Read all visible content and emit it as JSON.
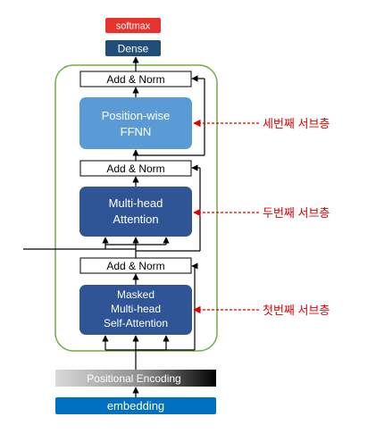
{
  "diagram": {
    "softmax_label": "softmax",
    "dense_label": "Dense",
    "add_norm_label": "Add & Norm",
    "ffnn_line1": "Position-wise",
    "ffnn_line2": "FFNN",
    "mha_line1": "Multi-head",
    "mha_line2": "Attention",
    "masked_line1": "Masked",
    "masked_line2": "Multi-head",
    "masked_line3": "Self-Attention",
    "positional_label": "Positional Encoding",
    "embedding_label": "embedding",
    "annotations": {
      "third": "세번째 서브층",
      "second": "두번째 서브층",
      "first": "첫번째 서브층"
    },
    "colors": {
      "softmax": "#e8332d",
      "dense": "#1f4e79",
      "ffnn": "#5b9bd5",
      "attention": "#2f5597",
      "embedding": "#0070c0",
      "outline": "#70ad47",
      "annotation": "#e00000"
    }
  }
}
